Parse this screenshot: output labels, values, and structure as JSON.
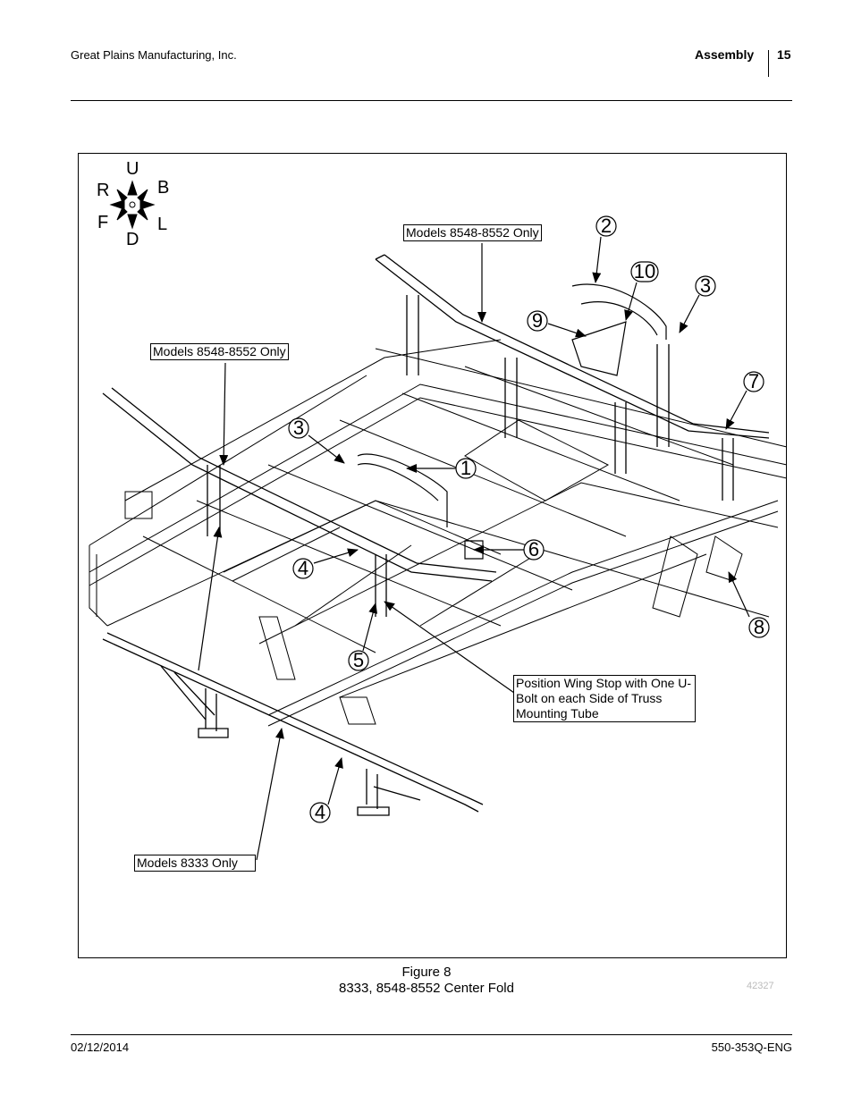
{
  "header": {
    "company": "Great Plains Manufacturing, Inc.",
    "section": "Assembly",
    "page_number": "15"
  },
  "figure": {
    "compass": {
      "up": "U",
      "down": "D",
      "right": "R",
      "back": "B",
      "front": "F",
      "left": "L"
    },
    "labels": {
      "models_8548_top": "Models 8548-8552 Only",
      "models_8548_left": "Models 8548-8552 Only",
      "models_8333": "Models 8333 Only",
      "wing_stop_note": "Position Wing Stop with One U-Bolt on each Side of Truss Mounting Tube"
    },
    "callouts": [
      "1",
      "2",
      "3",
      "3",
      "4",
      "4",
      "5",
      "6",
      "7",
      "8",
      "9",
      "10"
    ],
    "caption_line1": "Figure 8",
    "caption_line2": "8333, 8548-8552 Center Fold",
    "art_number": "42327"
  },
  "footer": {
    "date": "02/12/2014",
    "doc_number": "550-353Q-ENG"
  }
}
